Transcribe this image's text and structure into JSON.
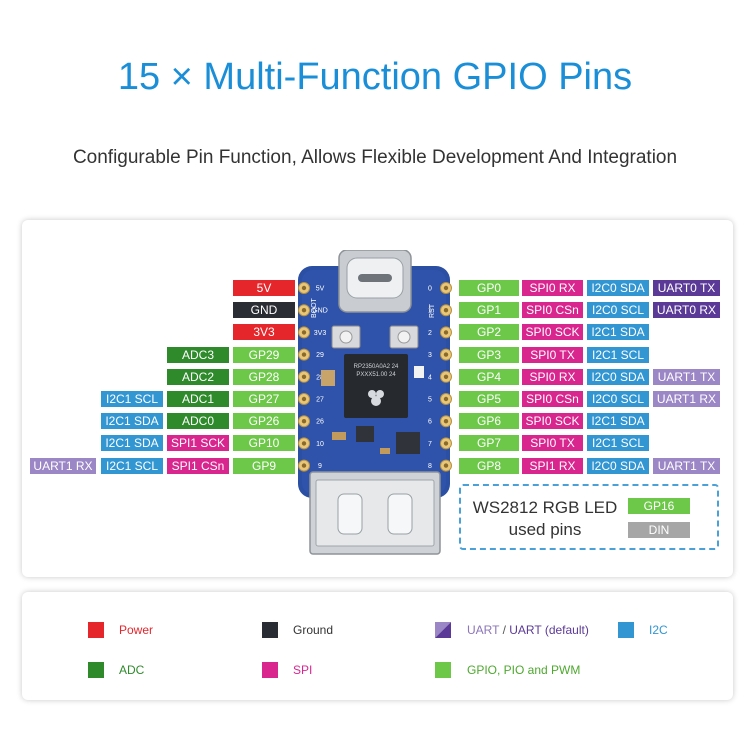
{
  "title": "15 × Multi-Function GPIO Pins",
  "subtitle": "Configurable Pin Function, Allows Flexible Development And Integration",
  "left_rows": [
    [
      {
        "t": "5V",
        "c": "power"
      }
    ],
    [
      {
        "t": "GND",
        "c": "gnd"
      }
    ],
    [
      {
        "t": "3V3",
        "c": "power"
      }
    ],
    [
      {
        "t": "ADC3",
        "c": "adc"
      },
      {
        "t": "GP29",
        "c": "gpio"
      }
    ],
    [
      {
        "t": "ADC2",
        "c": "adc"
      },
      {
        "t": "GP28",
        "c": "gpio"
      }
    ],
    [
      {
        "t": "I2C1 SCL",
        "c": "i2c"
      },
      {
        "t": "ADC1",
        "c": "adc"
      },
      {
        "t": "GP27",
        "c": "gpio"
      }
    ],
    [
      {
        "t": "I2C1 SDA",
        "c": "i2c"
      },
      {
        "t": "ADC0",
        "c": "adc"
      },
      {
        "t": "GP26",
        "c": "gpio"
      }
    ],
    [
      {
        "t": "I2C1 SDA",
        "c": "i2c"
      },
      {
        "t": "SPI1 SCK",
        "c": "spi"
      },
      {
        "t": "GP10",
        "c": "gpio"
      }
    ],
    [
      {
        "t": "UART1 RX",
        "c": "uart"
      },
      {
        "t": "I2C1 SCL",
        "c": "i2c"
      },
      {
        "t": "SPI1 CSn",
        "c": "spi"
      },
      {
        "t": "GP9",
        "c": "gpio"
      }
    ]
  ],
  "right_rows": [
    [
      {
        "t": "GP0",
        "c": "gpio"
      },
      {
        "t": "SPI0 RX",
        "c": "spi"
      },
      {
        "t": "I2C0 SDA",
        "c": "i2c"
      },
      {
        "t": "UART0 TX",
        "c": "uartd"
      }
    ],
    [
      {
        "t": "GP1",
        "c": "gpio"
      },
      {
        "t": "SPI0 CSn",
        "c": "spi"
      },
      {
        "t": "I2C0 SCL",
        "c": "i2c"
      },
      {
        "t": "UART0 RX",
        "c": "uartd"
      }
    ],
    [
      {
        "t": "GP2",
        "c": "gpio"
      },
      {
        "t": "SPI0 SCK",
        "c": "spi"
      },
      {
        "t": "I2C1 SDA",
        "c": "i2c"
      }
    ],
    [
      {
        "t": "GP3",
        "c": "gpio"
      },
      {
        "t": "SPI0 TX",
        "c": "spi"
      },
      {
        "t": "I2C1 SCL",
        "c": "i2c"
      }
    ],
    [
      {
        "t": "GP4",
        "c": "gpio"
      },
      {
        "t": "SPI0 RX",
        "c": "spi"
      },
      {
        "t": "I2C0 SDA",
        "c": "i2c"
      },
      {
        "t": "UART1 TX",
        "c": "uart"
      }
    ],
    [
      {
        "t": "GP5",
        "c": "gpio"
      },
      {
        "t": "SPI0 CSn",
        "c": "spi"
      },
      {
        "t": "I2C0 SCL",
        "c": "i2c"
      },
      {
        "t": "UART1 RX",
        "c": "uart"
      }
    ],
    [
      {
        "t": "GP6",
        "c": "gpio"
      },
      {
        "t": "SPI0 SCK",
        "c": "spi"
      },
      {
        "t": "I2C1 SDA",
        "c": "i2c"
      }
    ],
    [
      {
        "t": "GP7",
        "c": "gpio"
      },
      {
        "t": "SPI0 TX",
        "c": "spi"
      },
      {
        "t": "I2C1 SCL",
        "c": "i2c"
      }
    ],
    [
      {
        "t": "GP8",
        "c": "gpio"
      },
      {
        "t": "SPI1 RX",
        "c": "spi"
      },
      {
        "t": "I2C0 SDA",
        "c": "i2c"
      },
      {
        "t": "UART1 TX",
        "c": "uart"
      }
    ]
  ],
  "board": {
    "silk_left": [
      "5V",
      "GND",
      "3V3",
      "29",
      "28",
      "27",
      "26",
      "10",
      "9"
    ],
    "silk_right": [
      "0",
      "1",
      "2",
      "3",
      "4",
      "5",
      "6",
      "7",
      "8"
    ],
    "boot_label": "BOOT",
    "rst_label": "RST",
    "chip_lines": [
      "RP2350A0A2 24",
      "PXXX51.00 24"
    ]
  },
  "led": {
    "line1": "WS2812 RGB LED",
    "line2": "used pins",
    "pin1": "GP16",
    "pin2": "DIN"
  },
  "legend": [
    {
      "text": "Power",
      "color": "#e5262b",
      "text_color": "#e5262b"
    },
    {
      "text": "Ground",
      "color": "#2b2d34",
      "text_color": "#333333"
    },
    {
      "text_a": "UART",
      "sep": " / ",
      "text_b": "UART (default)",
      "color_a": "#9b86c6",
      "color_b": "#5b3a97",
      "text_color_a": "#8a76b8",
      "text_color_b": "#5b3a97"
    },
    {
      "text": "I2C",
      "color": "#3296d2",
      "text_color": "#3296d2"
    },
    {
      "text": "ADC",
      "color": "#2f8a2c",
      "text_color": "#2f8a2c"
    },
    {
      "text": "SPI",
      "color": "#d9268f",
      "text_color": "#d9268f"
    },
    {
      "text": "GPIO, PIO and PWM",
      "color": "#6dc84a",
      "text_color": "#4ea82f"
    }
  ]
}
